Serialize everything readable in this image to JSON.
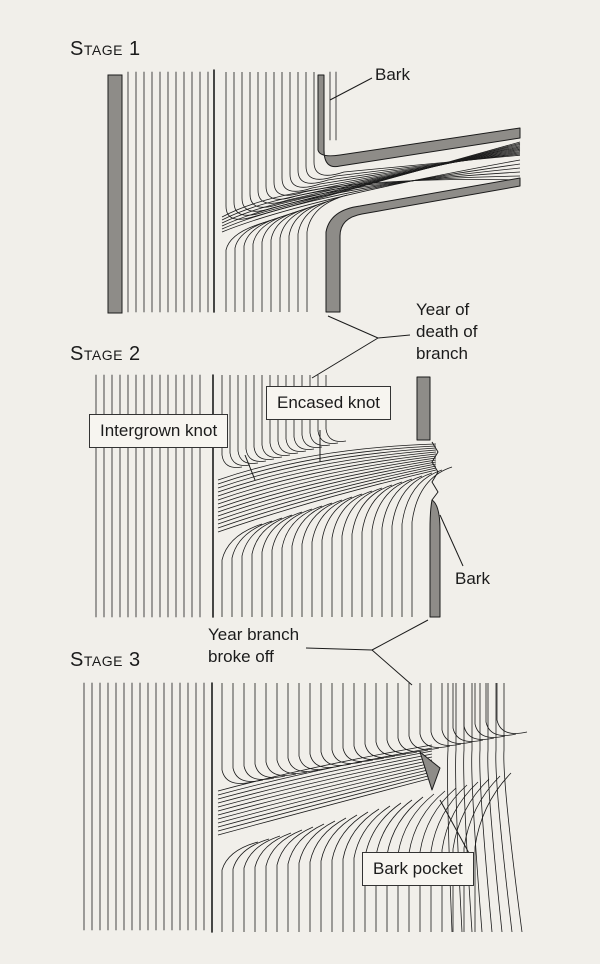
{
  "stages": [
    {
      "title": "Stage 1"
    },
    {
      "title": "Stage 2"
    },
    {
      "title": "Stage 3"
    }
  ],
  "labels": {
    "bark_1": "Bark",
    "year_death": [
      "Year of",
      "death of",
      "branch"
    ],
    "encased_knot": "Encased knot",
    "intergrown_knot": "Intergrown knot",
    "bark_2": "Bark",
    "year_broke": [
      "Year branch",
      "broke off"
    ],
    "bark_pocket": "Bark pocket"
  },
  "colors": {
    "paper": "#f1efea",
    "ink": "#1b1b1b",
    "bark_fill": "#8e8c88"
  }
}
